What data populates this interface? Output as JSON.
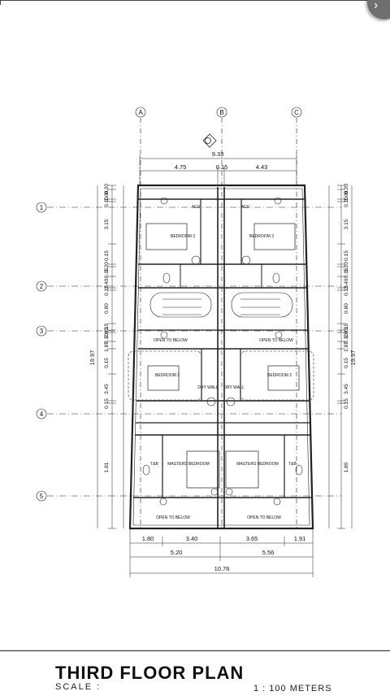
{
  "title": "THIRD FLOOR PLAN",
  "scale": {
    "label": "SCALE :",
    "value": "1 : 100 METERS"
  },
  "grid": {
    "columns": [
      "A",
      "B",
      "C"
    ],
    "rows": [
      "1",
      "2",
      "3",
      "4",
      "5"
    ]
  },
  "dims": {
    "overall_top": "9.33",
    "top_left": "4.75",
    "top_mid": "0.15",
    "top_right": "4.43",
    "bottom_1": [
      "1.80",
      "3.40",
      "3.65",
      "1.91"
    ],
    "bottom_2": [
      "5.20",
      "5.56"
    ],
    "bottom_total": "10.76",
    "left_chain": [
      "0.20",
      "1.00",
      "0.15",
      "3.15",
      "0.15",
      "1.20",
      "0.15",
      "2.40",
      "0.15",
      "0.80",
      "0.15",
      "2.95",
      "0.10",
      "1.87",
      "0.15",
      "3.45",
      "0.15",
      "1.81"
    ],
    "right_chain": [
      "0.20",
      "1.00",
      "0.15",
      "3.15",
      "0.15",
      "1.20",
      "0.15",
      "2.40",
      "0.15",
      "0.80",
      "0.15",
      "2.95",
      "0.10",
      "1.87",
      "0.15",
      "3.45",
      "0.15",
      "1.80"
    ],
    "overall_height": "19.97"
  },
  "rooms": {
    "bedroom3": "BEDROOM 3",
    "bedroom2": "BEDROOM 2",
    "masters": "MASTERS BEDROOM",
    "tb": "T&B",
    "dry_wall": "DRY WALL",
    "open_below": "OPEN TO BELOW",
    "acu": "ACU"
  }
}
